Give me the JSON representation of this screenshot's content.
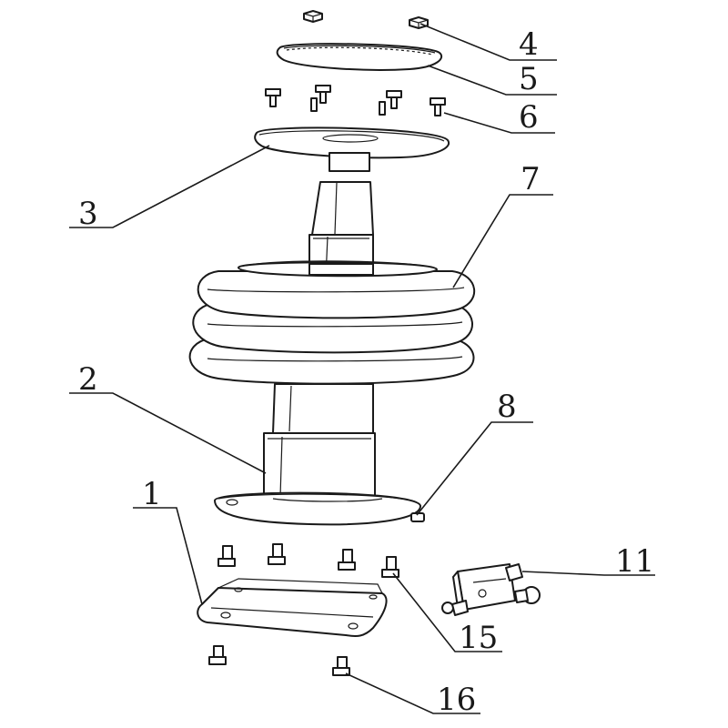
{
  "parts": [
    {
      "id": "p1",
      "number": "1"
    },
    {
      "id": "p2",
      "number": "2"
    },
    {
      "id": "p3",
      "number": "3"
    },
    {
      "id": "p4",
      "number": "4"
    },
    {
      "id": "p5",
      "number": "5"
    },
    {
      "id": "p6",
      "number": "6"
    },
    {
      "id": "p7",
      "number": "7"
    },
    {
      "id": "p8",
      "number": "8"
    },
    {
      "id": "p11",
      "number": "11"
    },
    {
      "id": "p15",
      "number": "15"
    },
    {
      "id": "p16",
      "number": "16"
    }
  ]
}
